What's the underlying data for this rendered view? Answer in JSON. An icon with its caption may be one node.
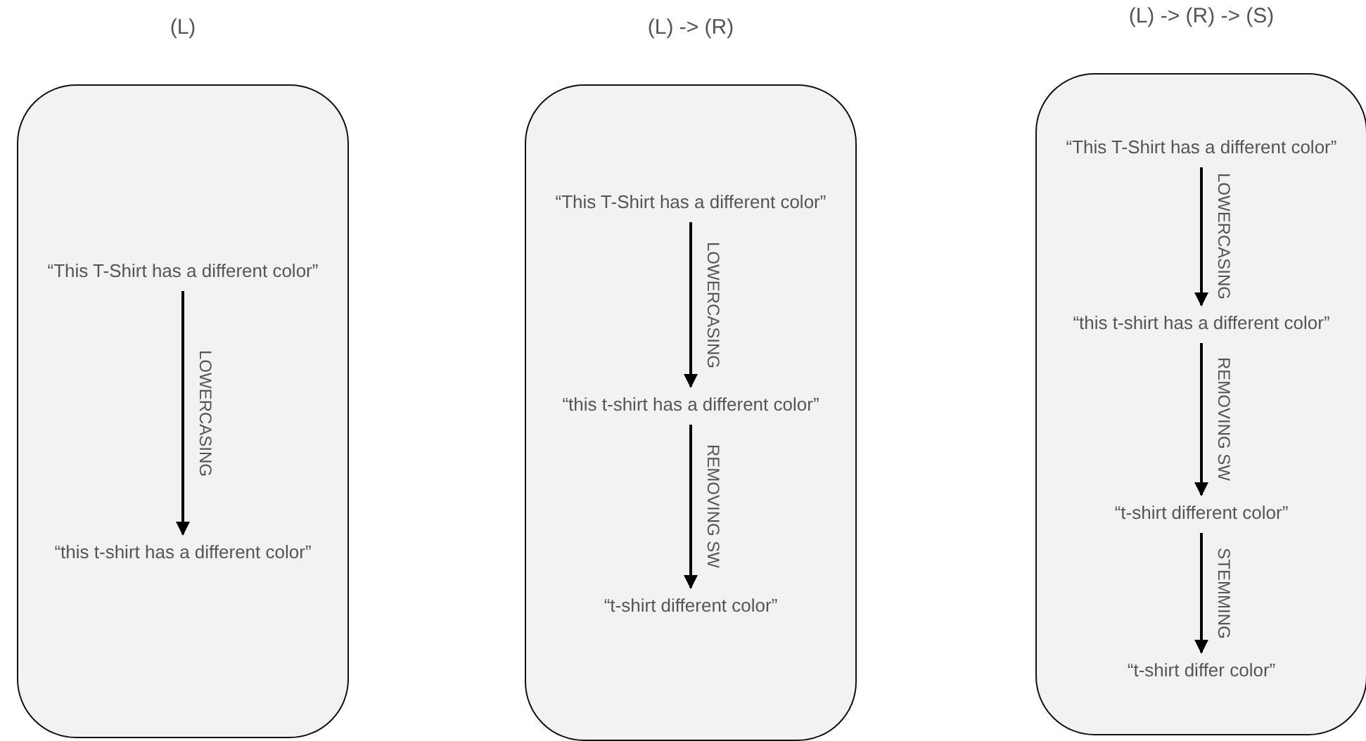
{
  "diagram": {
    "nodes": [
      {
        "text": [
          "(L)"
        ]
      },
      {
        "text": [
          "“This T-Shirt has a different color”"
        ],
        "in": 0
      },
      {
        "text": [
          "“this t-shirt has a different color”"
        ],
        "in": 0
      },
      {
        "text": [
          "(L) -> (R)"
        ]
      },
      {
        "text": [
          "“This T-Shirt has a different color”"
        ],
        "in": 3
      },
      {
        "text": [
          "“this t-shirt has a different color”"
        ],
        "in": 3
      },
      {
        "text": [
          "“t-shirt different color”"
        ],
        "in": 3
      },
      {
        "text": [
          "(L) -> (R) -> (S)"
        ]
      },
      {
        "text": [
          "“This T-Shirt has a different color”"
        ],
        "in": 7
      },
      {
        "text": [
          "“this t-shirt has a different color”"
        ],
        "in": 7
      },
      {
        "text": [
          "“t-shirt different color”"
        ],
        "in": 7
      },
      {
        "text": [
          "“t-shirt differ color”"
        ],
        "in": 7
      }
    ],
    "edges": [
      {
        "from": 1,
        "to": 2,
        "arrow": "to",
        "label": "LOWERCASING"
      },
      {
        "from": 4,
        "to": 5,
        "arrow": "to",
        "label": "LOWERCASING"
      },
      {
        "from": 5,
        "to": 6,
        "arrow": "to",
        "label": "REMOVING SW"
      },
      {
        "from": 8,
        "to": 9,
        "arrow": "to",
        "label": "LOWERCASING"
      },
      {
        "from": 9,
        "to": 10,
        "arrow": "to",
        "label": "REMOVING SW"
      },
      {
        "from": 10,
        "to": 11,
        "arrow": "to",
        "label": "STEMMING"
      }
    ]
  }
}
